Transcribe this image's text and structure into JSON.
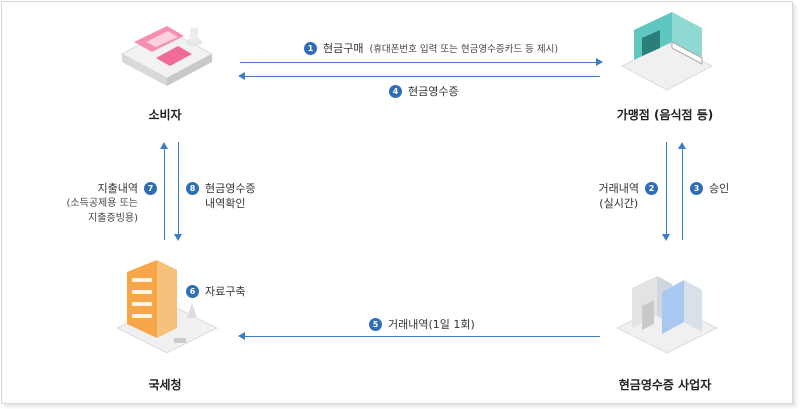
{
  "nodes": {
    "consumer": "소비자",
    "store": "가맹점 (음식점 등)",
    "nts": "국세청",
    "provider": "현금영수증 사업자"
  },
  "steps": [
    {
      "num": "1",
      "label": "현금구매",
      "note": "(휴대폰번호 입력 또는 현금영수증카드 등 제시)"
    },
    {
      "num": "2",
      "label": "거래내역",
      "note": "(실시간)"
    },
    {
      "num": "3",
      "label": "승인"
    },
    {
      "num": "4",
      "label": "현금영수증"
    },
    {
      "num": "5",
      "label": "거래내역(1일 1회)"
    },
    {
      "num": "6",
      "label": "자료구축"
    },
    {
      "num": "7",
      "label": "지출내역",
      "note1": "(소득공제용 또는",
      "note2": "지출증빙용)"
    },
    {
      "num": "8",
      "label": "현금영수증",
      "note": "내역확인"
    }
  ],
  "colors": {
    "arrow": "#3d7cc9",
    "badge": "#2f6db5"
  }
}
